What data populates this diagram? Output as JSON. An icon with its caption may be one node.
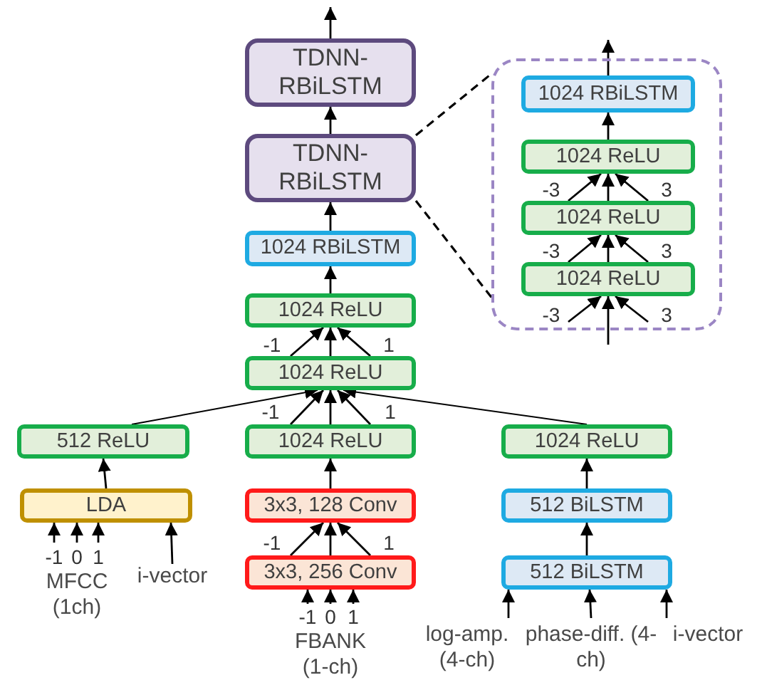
{
  "diagram": {
    "nodes": [
      {
        "text": [
          "TDNN- RBiLSTM"
        ]
      },
      {
        "text": [
          "TDNN- RBiLSTM"
        ]
      },
      {
        "text": [
          "1024 RBiLSTM"
        ]
      },
      {
        "text": [
          "1024 ReLU"
        ]
      },
      {
        "text": [
          "1024 ReLU"
        ]
      },
      {
        "text": [
          "512 ReLU"
        ]
      },
      {
        "text": [
          "LDA"
        ]
      },
      {
        "text": [
          "1024 ReLU"
        ]
      },
      {
        "text": [
          "3x3, 128 Conv"
        ]
      },
      {
        "text": [
          "3x3, 256 Conv"
        ]
      },
      {
        "text": [
          "1024 ReLU"
        ]
      },
      {
        "text": [
          "512 BiLSTM"
        ]
      },
      {
        "text": [
          "512 BiLSTM"
        ]
      },
      {
        "text": [],
        "shape": "box"
      },
      {
        "text": [
          "1024 RBiLSTM"
        ],
        "in": 13
      },
      {
        "text": [
          "1024 ReLU"
        ],
        "in": 13
      },
      {
        "text": [
          "1024 ReLU"
        ],
        "in": 13
      },
      {
        "text": [
          "1024 ReLU"
        ],
        "in": 13
      },
      {
        "text": [
          "i-vector"
        ]
      },
      {
        "text": [
          "log-amp. (4-ch)"
        ]
      },
      {
        "text": [
          "phase-diff. (4-ch)"
        ]
      },
      {
        "text": [
          "i-vector"
        ]
      }
    ],
    "edges": [
      {
        "from": 0,
        "to": null,
        "arrow": "to"
      },
      {
        "from": 1,
        "to": 0,
        "arrow": "to"
      },
      {
        "from": 2,
        "to": 1,
        "arrow": "to"
      },
      {
        "from": 3,
        "to": 2,
        "arrow": "to"
      },
      {
        "from": 4,
        "to": 3,
        "arrow": "to",
        "label": "-1"
      },
      {
        "from": 4,
        "to": 3,
        "arrow": "to"
      },
      {
        "from": 4,
        "to": 3,
        "arrow": "to",
        "label": "1"
      },
      {
        "from": 5,
        "to": 4,
        "arrow": "to"
      },
      {
        "from": 7,
        "to": 4,
        "arrow": "to",
        "label": "-1"
      },
      {
        "from": 7,
        "to": 4,
        "arrow": "to"
      },
      {
        "from": 7,
        "to": 4,
        "arrow": "to",
        "label": "1"
      },
      {
        "from": 10,
        "to": 4,
        "arrow": "to"
      },
      {
        "from": 6,
        "to": 5,
        "arrow": "to"
      },
      {
        "from": null,
        "to": 6,
        "arrow": "to",
        "label": "-1"
      },
      {
        "from": null,
        "to": 6,
        "arrow": "to",
        "label": "0"
      },
      {
        "from": null,
        "to": 6,
        "arrow": "to",
        "label": "1"
      },
      {
        "from": 18,
        "to": 6,
        "arrow": "to"
      },
      {
        "from": 8,
        "to": 7,
        "arrow": "to"
      },
      {
        "from": 9,
        "to": 8,
        "arrow": "to",
        "label": "-1"
      },
      {
        "from": 9,
        "to": 8,
        "arrow": "to"
      },
      {
        "from": 9,
        "to": 8,
        "arrow": "to",
        "label": "1"
      },
      {
        "from": null,
        "to": 9,
        "arrow": "to",
        "label": "-1"
      },
      {
        "from": null,
        "to": 9,
        "arrow": "to",
        "label": "0"
      },
      {
        "from": null,
        "to": 9,
        "arrow": "to",
        "label": "1"
      },
      {
        "from": 11,
        "to": 10,
        "arrow": "to"
      },
      {
        "from": 12,
        "to": 11,
        "arrow": "to"
      },
      {
        "from": 19,
        "to": 12,
        "arrow": "to"
      },
      {
        "from": 20,
        "to": 12,
        "arrow": "to"
      },
      {
        "from": 21,
        "to": 12,
        "arrow": "to"
      },
      {
        "from": 1,
        "to": 13,
        "arrow": "none",
        "style": "dashed"
      },
      {
        "from": 1,
        "to": 13,
        "arrow": "none",
        "style": "dashed"
      },
      {
        "from": 14,
        "to": null,
        "arrow": "to"
      },
      {
        "from": 15,
        "to": 14,
        "arrow": "to"
      },
      {
        "from": 16,
        "to": 15,
        "arrow": "to",
        "label": "-3"
      },
      {
        "from": 16,
        "to": 15,
        "arrow": "to"
      },
      {
        "from": 16,
        "to": 15,
        "arrow": "to",
        "label": "3"
      },
      {
        "from": 17,
        "to": 16,
        "arrow": "to",
        "label": "-3"
      },
      {
        "from": 17,
        "to": 16,
        "arrow": "to"
      },
      {
        "from": 17,
        "to": 16,
        "arrow": "to",
        "label": "3"
      },
      {
        "from": null,
        "to": 17,
        "arrow": "to",
        "label": "-3"
      },
      {
        "from": null,
        "to": 17,
        "arrow": "to"
      },
      {
        "from": null,
        "to": 17,
        "arrow": "to",
        "label": "3"
      }
    ],
    "labels": [
      "MFCC (1ch)",
      "FBANK (1-ch)"
    ]
  }
}
